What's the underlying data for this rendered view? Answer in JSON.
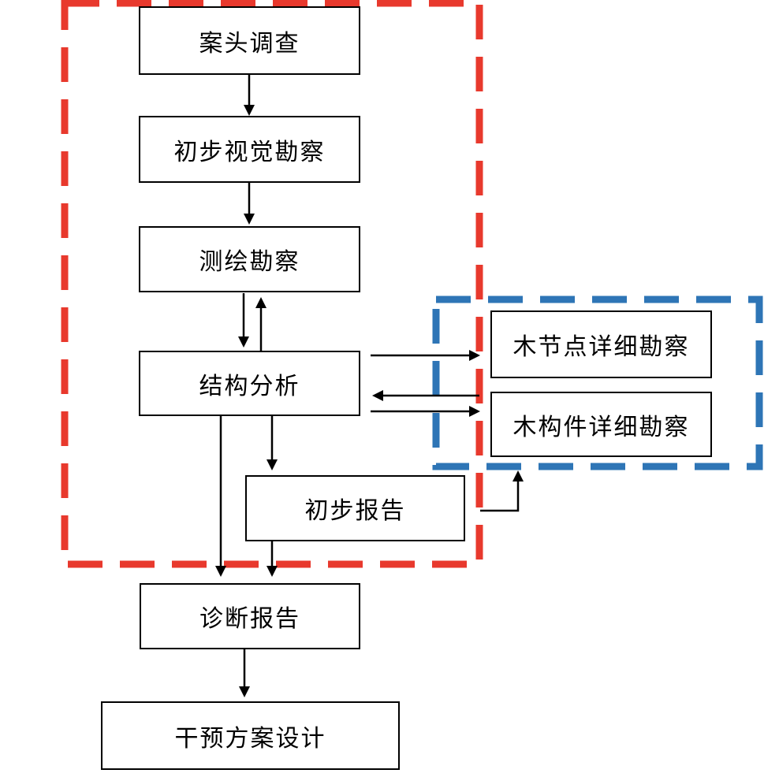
{
  "diagram_type": "flowchart",
  "colors": {
    "main_group_border": "#E8392D",
    "detail_group_border": "#2E75B6",
    "node_border": "#000000",
    "arrow": "#000000",
    "background": "#FFFFFF"
  },
  "groups": {
    "main_process": {
      "border_style": "dashed",
      "color": "#E8392D"
    },
    "detailed_survey": {
      "border_style": "dashed",
      "color": "#2E75B6"
    }
  },
  "nodes": {
    "desk_research": {
      "label": "案头调查"
    },
    "visual_survey": {
      "label": "初步视觉勘察"
    },
    "mapping_survey": {
      "label": "测绘勘察"
    },
    "structural_analysis": {
      "label": "结构分析"
    },
    "preliminary_report": {
      "label": "初步报告"
    },
    "joint_survey": {
      "label": "木节点详细勘察"
    },
    "component_survey": {
      "label": "木构件详细勘察"
    },
    "diagnosis_report": {
      "label": "诊断报告"
    },
    "intervention_design": {
      "label": "干预方案设计"
    }
  },
  "edges": [
    {
      "from": "desk_research",
      "to": "visual_survey",
      "type": "arrow"
    },
    {
      "from": "visual_survey",
      "to": "mapping_survey",
      "type": "arrow"
    },
    {
      "from": "mapping_survey",
      "to": "structural_analysis",
      "type": "arrow"
    },
    {
      "from": "structural_analysis",
      "to": "mapping_survey",
      "type": "arrow"
    },
    {
      "from": "structural_analysis",
      "to": "joint_survey",
      "type": "arrow"
    },
    {
      "from": "component_survey",
      "to": "structural_analysis",
      "type": "arrow"
    },
    {
      "from": "structural_analysis",
      "to": "component_survey",
      "type": "arrow"
    },
    {
      "from": "structural_analysis",
      "to": "preliminary_report",
      "type": "arrow"
    },
    {
      "from": "structural_analysis",
      "to": "diagnosis_report",
      "type": "arrow"
    },
    {
      "from": "preliminary_report",
      "to": "diagnosis_report",
      "type": "arrow"
    },
    {
      "from": "preliminary_report",
      "to": "detailed_survey_group",
      "type": "elbow-arrow"
    },
    {
      "from": "diagnosis_report",
      "to": "intervention_design",
      "type": "arrow"
    }
  ]
}
